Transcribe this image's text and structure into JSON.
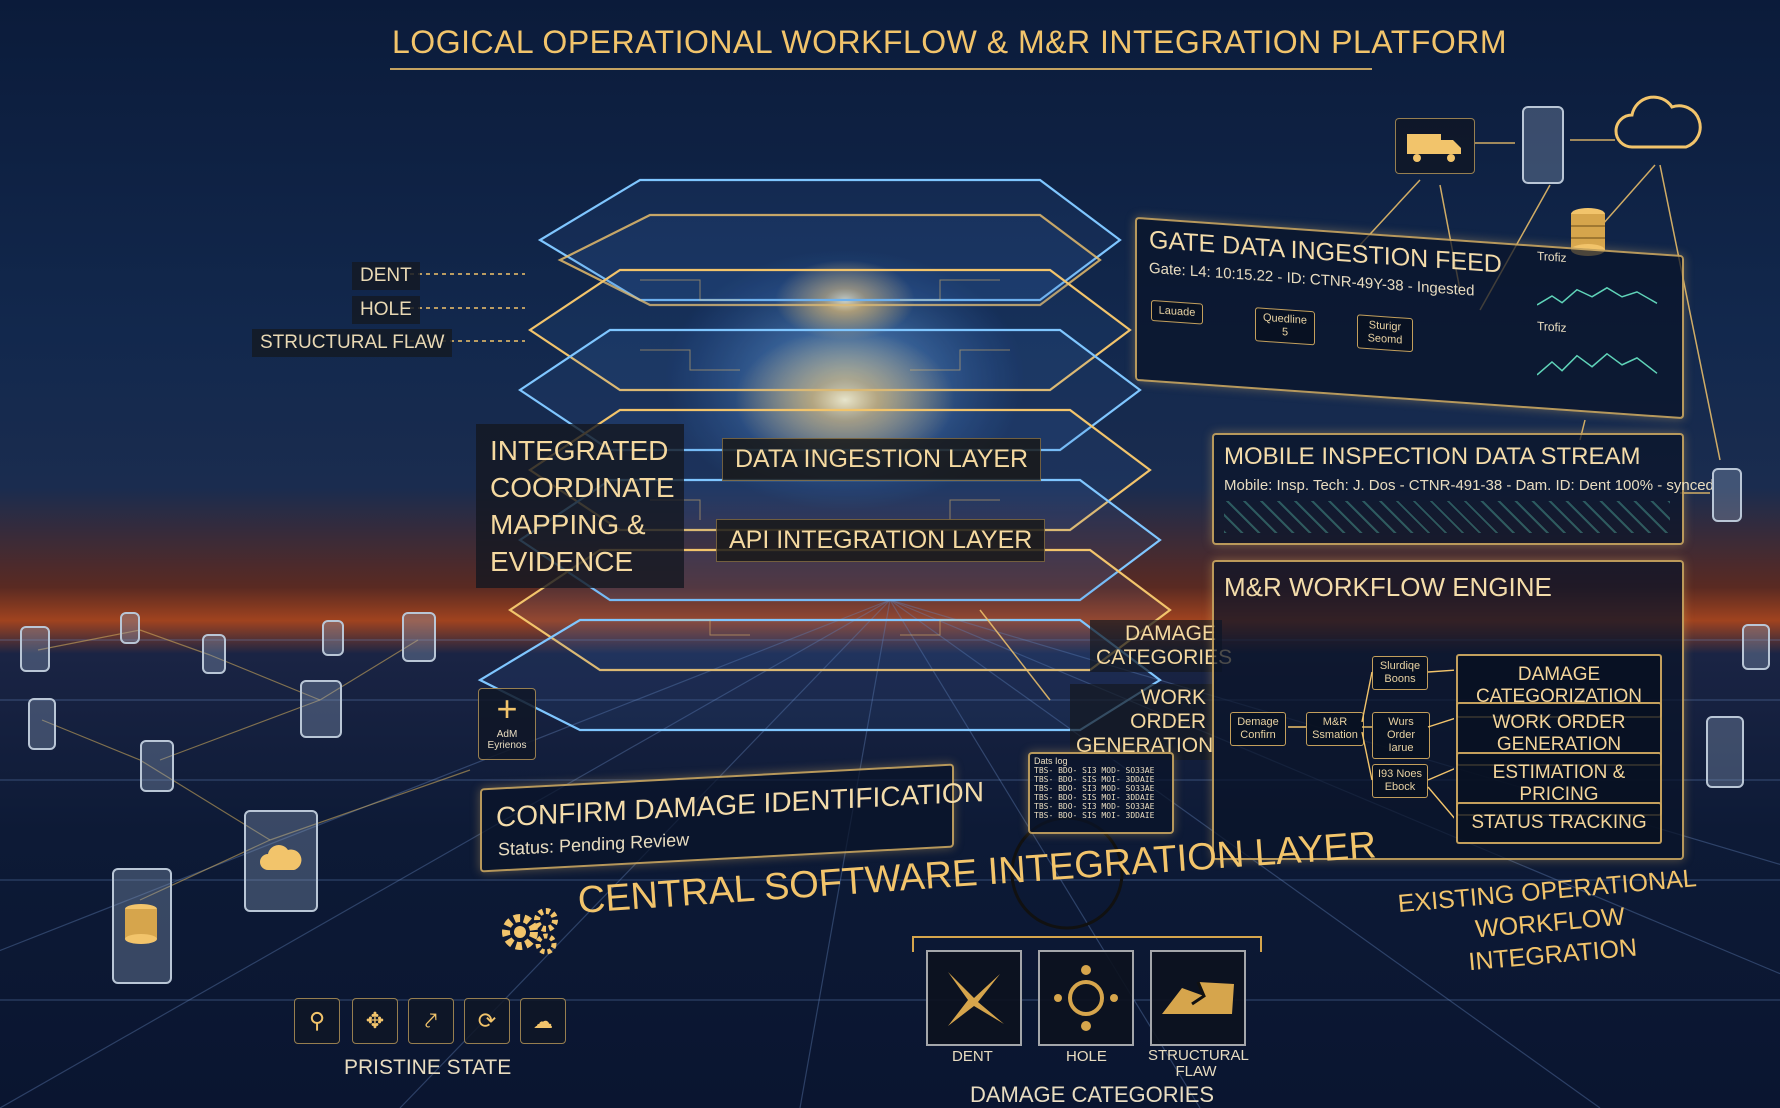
{
  "title": "LOGICAL OPERATIONAL WORKFLOW & M&R INTEGRATION PLATFORM",
  "left_damage_labels": [
    "DENT",
    "HOLE",
    "STRUCTURAL FLAW"
  ],
  "coordinate_mapping": "INTEGRATED COORDINATE MAPPING & EVIDENCE",
  "layers": {
    "data_ingestion": "DATA INGESTION LAYER",
    "api_integration": "API INTEGRATION LAYER"
  },
  "stack_labels": {
    "damage_categories": "DAMAGE CATEGORIES",
    "work_order": "WORK ORDER GENERATION"
  },
  "gate_feed": {
    "title": "GATE DATA INGESTION FEED",
    "status_line": "Gate: L4: 10:15.22 - ID: CTNR-49Y-38 - Ingested",
    "nodes": [
      "Lauade",
      "Quedline 5",
      "Sturigr Seomd"
    ],
    "mini_chart_titles": [
      "Trofiz",
      "Trofiz"
    ]
  },
  "mobile_stream": {
    "title": "MOBILE INSPECTION DATA STREAM",
    "status_line": "Mobile: Insp. Tech: J. Dos - CTNR-491-38 - Dam. ID: Dent 100% - synced"
  },
  "workflow_engine": {
    "title": "M&R WORKFLOW ENGINE",
    "input_nodes": [
      "Demage Confirn",
      "M&R Ssmation"
    ],
    "mid_nodes": [
      "Slurdiqe Boons",
      "Wurs Order Iarue",
      "I93 Noes Ebock"
    ],
    "outputs": [
      "DAMAGE CATEGORIZATION",
      "WORK ORDER GENERATION",
      "ESTIMATION & PRICING",
      "STATUS TRACKING"
    ]
  },
  "existing_integration": "EXISTING OPERATIONAL WORKFLOW INTEGRATION",
  "add_evidence": "AdM Eyrienos",
  "confirm": {
    "title": "CONFIRM DAMAGE IDENTIFICATION",
    "status": "Status: Pending Review"
  },
  "data_log": {
    "title": "Dats Iog",
    "rows": [
      "TBS- BDO- SI3 MOD- SO33AE",
      "TBS- BDO- SIS MOI- 3DDAIE",
      "TBS- BDO- SI3 MOD- SO33AE",
      "TBS- BDO- SIS MOI- 3DDAIE",
      "TBS- BDO- SI3 MOD- SO33AE",
      "TBS- BDO- SIS MOI- 3DDAIE"
    ]
  },
  "central_layer": "CENTRAL SOFTWARE INTEGRATION LAYER",
  "pristine_state": "PRISTINE STATE",
  "damage_tiles": [
    "DENT",
    "HOLE",
    "STRUCTURAL FLAW"
  ],
  "damage_categories_footer": "DAMAGE CATEGORIES",
  "colors": {
    "accent": "#f2c46b",
    "glow": "#8fd0ff",
    "bg_top": "#0b1b3a",
    "horizon": "#a0431f"
  },
  "icons": [
    "truck-icon",
    "phone-icon",
    "cloud-icon",
    "database-icon",
    "gear-icon",
    "plus-icon"
  ]
}
